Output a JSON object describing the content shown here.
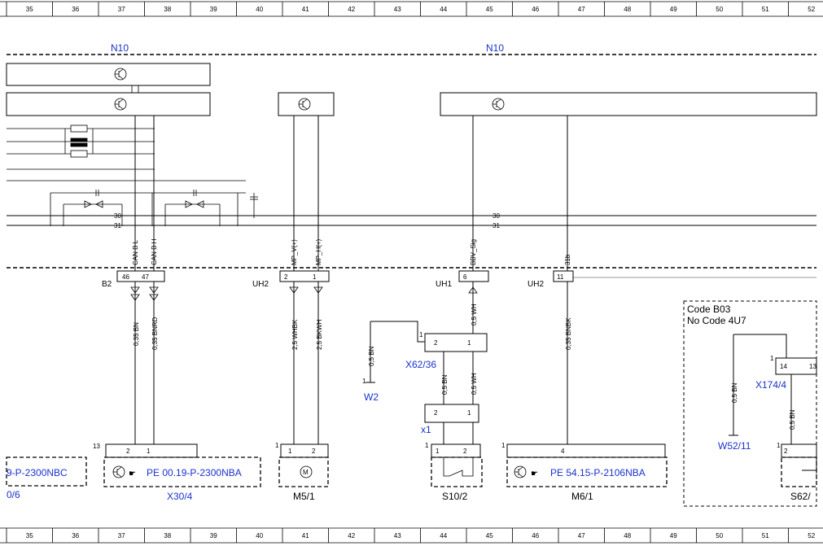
{
  "grid_numbers": [
    "35",
    "36",
    "37",
    "38",
    "39",
    "40",
    "41",
    "42",
    "43",
    "44",
    "45",
    "46",
    "47",
    "48",
    "49",
    "50",
    "51",
    "52"
  ],
  "modules": {
    "n10_left": "N10",
    "n10_right": "N10"
  },
  "lines": {
    "line30_a": "30",
    "line31_a": "31",
    "line30_b": "30",
    "line31_b": "31"
  },
  "signals": {
    "can_l": "CAN B L",
    "can_h": "CAN B H",
    "mp_v": "MP_V(+)",
    "mp_h": "MP_H(+)",
    "bbv": "BBV_Sig",
    "s31": "31b"
  },
  "connectors": {
    "b2": "B2",
    "uh2a": "UH2",
    "uh1": "UH1",
    "uh2b": "UH2",
    "x62": "X62/36",
    "x1": "x1",
    "w2": "W2",
    "x174": "X174/4",
    "w52": "W52/11"
  },
  "pins": {
    "p46": "46",
    "p47": "47",
    "p2a": "2",
    "p1a": "1",
    "p6": "6",
    "p11": "11",
    "x62_1": "1",
    "x62_2": "2",
    "x62_p1": "1",
    "x1_2": "2",
    "x1_1": "1",
    "w2_1": "1",
    "x174_1": "1",
    "x174_14": "14",
    "x174_13": "13",
    "x30_13": "13",
    "x30_2": "2",
    "x30_1": "1",
    "m5_1": "1",
    "m5_p1": "1",
    "m5_p2": "2",
    "s10_1": "1",
    "s10_p1": "1",
    "s10_p2": "2",
    "m6_1": "1",
    "m6_p4": "4",
    "s62_1": "1",
    "s62_2": "2"
  },
  "wires": {
    "w_bn1": "0,35 BN",
    "w_bnrd": "0,35 BNRD",
    "w_whbk": "2,5 WHBK",
    "w_bkwh": "2,5 BKWH",
    "w_bn2": "0,5 BN",
    "w_wh1": "0,5 WH",
    "w_bn3": "0,5 BN",
    "w_wh2": "0,5 WH",
    "w_bnbk": "0,35 BNBK",
    "w_bn4": "0,5 BN",
    "w_bn5": "0,5 BN"
  },
  "code_box": {
    "code": "Code B03",
    "nocode": "No  Code 4U7"
  },
  "refs": {
    "left_ref": "9-P-2300NBC",
    "left_sub": "0/6",
    "x30_ref": "PE 00.19-P-2300NBA",
    "x30": "X30/4",
    "m5": "M5/1",
    "s10": "S10/2",
    "m6_ref": "PE 54.15-P-2106NBA",
    "m6": "M6/1",
    "s62": "S62/"
  }
}
